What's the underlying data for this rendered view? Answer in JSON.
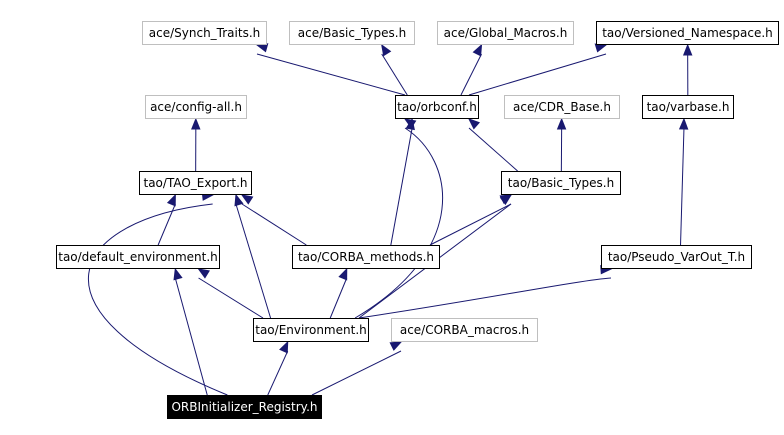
{
  "colors": {
    "edge": "#191970",
    "grey_border": "#bfbfbf",
    "root_bg": "#000000",
    "root_fg": "#ffffff"
  },
  "nodes": {
    "synch_traits": {
      "label": "ace/Synch_Traits.h",
      "style": "grey"
    },
    "basic_types_ace": {
      "label": "ace/Basic_Types.h",
      "style": "grey"
    },
    "global_macros": {
      "label": "ace/Global_Macros.h",
      "style": "grey"
    },
    "versioned_namespace": {
      "label": "tao/Versioned_Namespace.h",
      "style": "solid"
    },
    "config_all": {
      "label": "ace/config-all.h",
      "style": "grey"
    },
    "orbconf": {
      "label": "tao/orbconf.h",
      "style": "solid"
    },
    "cdr_base": {
      "label": "ace/CDR_Base.h",
      "style": "grey"
    },
    "varbase": {
      "label": "tao/varbase.h",
      "style": "solid"
    },
    "tao_export": {
      "label": "tao/TAO_Export.h",
      "style": "solid"
    },
    "basic_types_tao": {
      "label": "tao/Basic_Types.h",
      "style": "solid"
    },
    "default_environment": {
      "label": "tao/default_environment.h",
      "style": "solid"
    },
    "corba_methods": {
      "label": "tao/CORBA_methods.h",
      "style": "solid"
    },
    "pseudo_varout": {
      "label": "tao/Pseudo_VarOut_T.h",
      "style": "solid"
    },
    "environment": {
      "label": "tao/Environment.h",
      "style": "solid"
    },
    "corba_macros": {
      "label": "ace/CORBA_macros.h",
      "style": "grey"
    },
    "orbinitializer_registry": {
      "label": "ORBInitializer_Registry.h",
      "style": "root"
    }
  },
  "edges": [
    [
      "orbconf",
      "synch_traits"
    ],
    [
      "orbconf",
      "basic_types_ace"
    ],
    [
      "orbconf",
      "global_macros"
    ],
    [
      "orbconf",
      "versioned_namespace"
    ],
    [
      "varbase",
      "versioned_namespace"
    ],
    [
      "tao_export",
      "config_all"
    ],
    [
      "basic_types_tao",
      "orbconf"
    ],
    [
      "basic_types_tao",
      "cdr_base"
    ],
    [
      "pseudo_varout",
      "varbase"
    ],
    [
      "default_environment",
      "tao_export"
    ],
    [
      "corba_methods",
      "tao_export"
    ],
    [
      "corba_methods",
      "orbconf"
    ],
    [
      "corba_methods",
      "basic_types_tao"
    ],
    [
      "environment",
      "tao_export"
    ],
    [
      "environment",
      "default_environment"
    ],
    [
      "environment",
      "corba_methods"
    ],
    [
      "environment",
      "orbconf"
    ],
    [
      "environment",
      "basic_types_tao"
    ],
    [
      "environment",
      "pseudo_varout"
    ],
    [
      "orbinitializer_registry",
      "tao_export"
    ],
    [
      "orbinitializer_registry",
      "default_environment"
    ],
    [
      "orbinitializer_registry",
      "environment"
    ],
    [
      "orbinitializer_registry",
      "corba_macros"
    ]
  ]
}
